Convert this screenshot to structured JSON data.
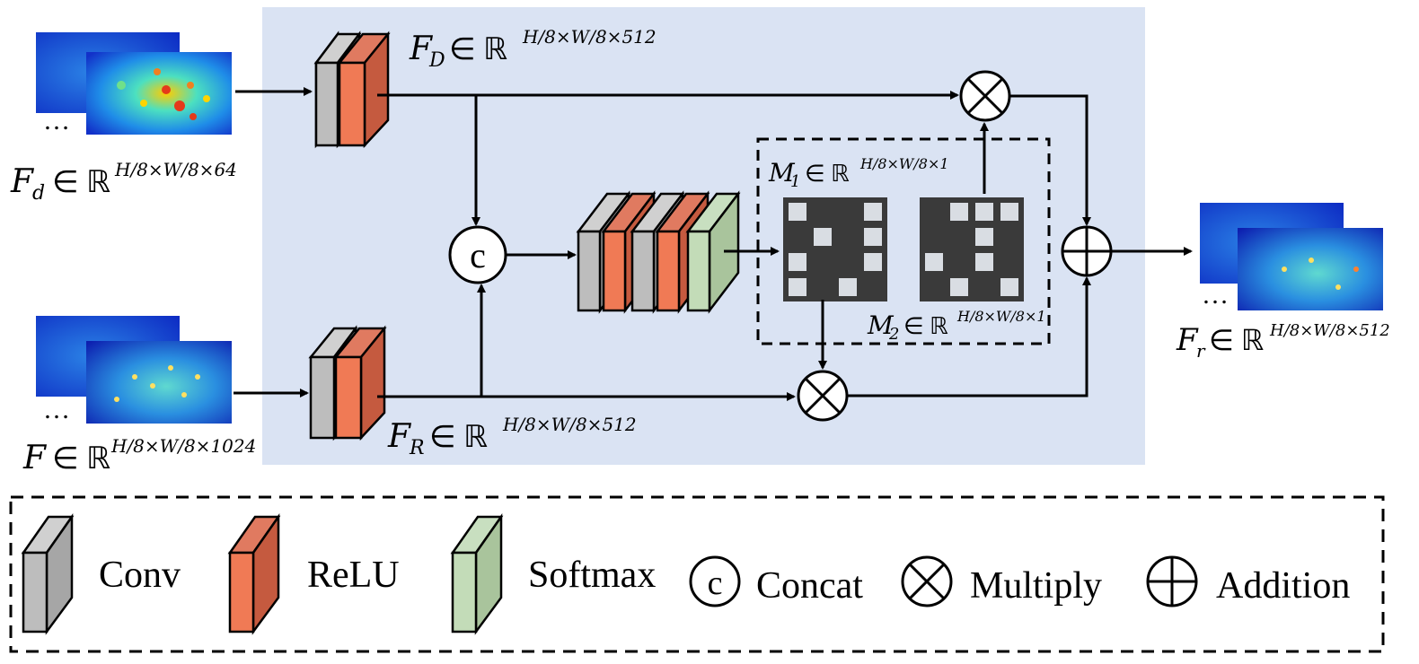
{
  "labels": {
    "fd_main": "F",
    "fd_sub": "d",
    "fd_set": "∈ ℝ",
    "fd_sup": "H/8×W/8×64",
    "f_main": "F",
    "f_set": "∈ ℝ",
    "f_sup": "H/8×W/8×1024",
    "FD_main": "F",
    "FD_sub": "D",
    "FD_set": "∈ ℝ",
    "FD_sup": "H/8×W/8×512",
    "FR_main": "F",
    "FR_sub": "R",
    "FR_set": "∈ ℝ",
    "FR_sup": "H/8×W/8×512",
    "M1_main": "M",
    "M1_sub": "1",
    "M1_set": "∈ ℝ",
    "M1_sup": "H/8×W/8×1",
    "M2_main": "M",
    "M2_sub": "2",
    "M2_set": "∈ ℝ",
    "M2_sup": "H/8×W/8×1",
    "Fr_main": "F",
    "Fr_sub": "r",
    "Fr_set": "∈ ℝ",
    "Fr_sup": "H/8×W/8×512",
    "ellipsis": "…",
    "concat_symbol": "c"
  },
  "legend": {
    "conv": "Conv",
    "relu": "ReLU",
    "softmax": "Softmax",
    "concat": "Concat",
    "multiply": "Multiply",
    "addition": "Addition"
  },
  "colors": {
    "panel_bg": "#dae3f3",
    "conv": "#a6a6a6",
    "relu": "#c55a3f",
    "softmax": "#a9c49c",
    "mask_dark": "#3a3a3a",
    "mask_light": "#d9dde3"
  },
  "masks": {
    "m1_cells": [
      1,
      0,
      0,
      1,
      0,
      1,
      0,
      1,
      1,
      0,
      0,
      1,
      1,
      0,
      1,
      0
    ],
    "m2_cells": [
      0,
      1,
      1,
      1,
      0,
      0,
      1,
      0,
      1,
      0,
      1,
      0,
      0,
      1,
      0,
      1
    ]
  },
  "icons": [
    "heatmap-icon",
    "conv-block-icon",
    "relu-block-icon",
    "softmax-block-icon",
    "concat-icon",
    "multiply-icon",
    "addition-icon"
  ]
}
